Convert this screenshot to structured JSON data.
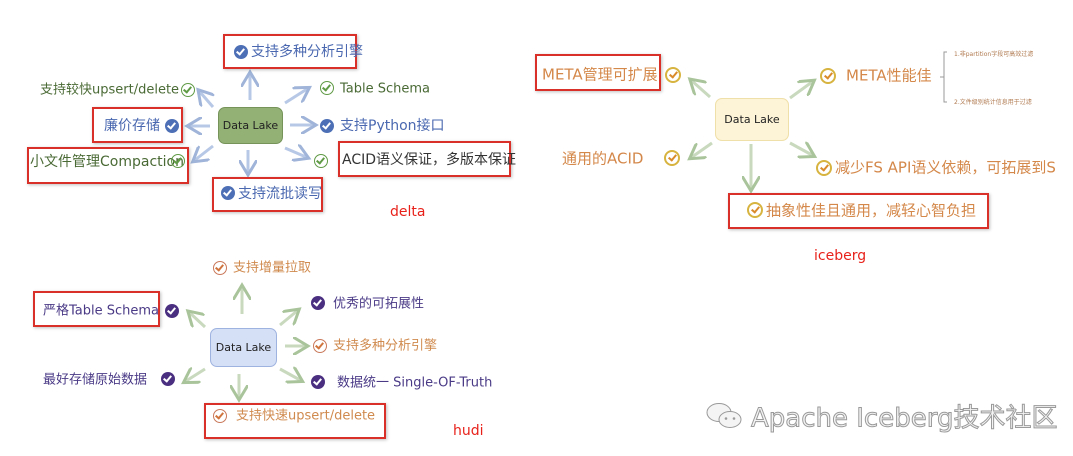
{
  "delta": {
    "center": "Data Lake",
    "items": [
      "支持多种分析引擎",
      "支持较快upsert/delete",
      "廉价存储",
      "小文件管理Compaction",
      "支持流批读写",
      "Table Schema",
      "支持Python接口",
      "ACID语义保证，多版本保证"
    ],
    "label": "delta"
  },
  "iceberg": {
    "center": "Data Lake",
    "items": [
      "META管理可扩展",
      "META性能佳",
      "通用的ACID",
      "减少FS API语义依赖，可拓展到S",
      "抽象性佳且通用，减轻心智负担"
    ],
    "notes": [
      "1.非partition字段可高效过滤",
      "2.文件级别统计信息用于过滤"
    ],
    "label": "iceberg"
  },
  "hudi": {
    "center": "Data Lake",
    "items": [
      "支持增量拉取",
      "严格Table Schema",
      "优秀的可拓展性",
      "支持多种分析引擎",
      "最好存储原始数据",
      "数据统一 Single-OF-Truth",
      "支持快速upsert/delete"
    ],
    "label": "hudi"
  },
  "watermark": "Apache Iceberg技术社区"
}
